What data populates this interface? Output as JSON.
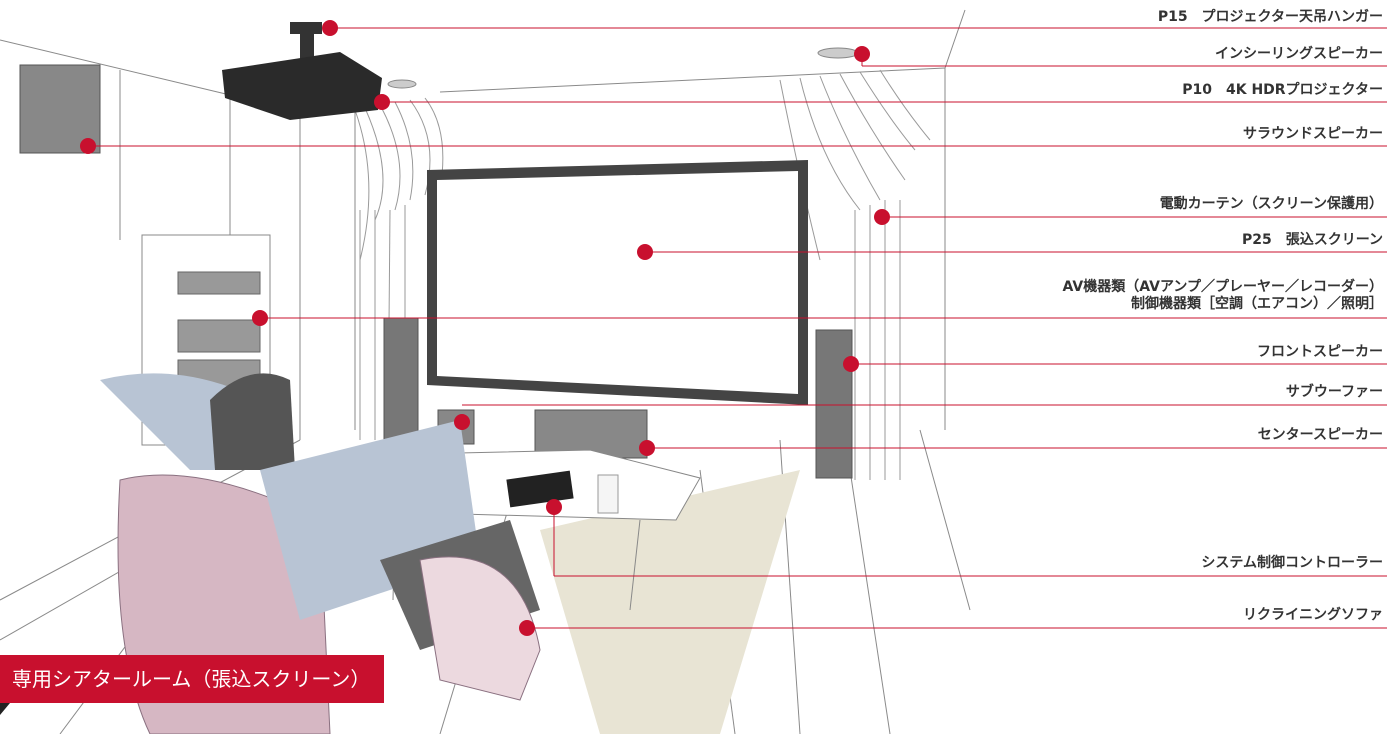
{
  "room_title": "専用シアタールーム（張込スクリーン）",
  "colors": {
    "accent": "#c8102e",
    "line": "#c8102e",
    "label_text": "#333333"
  },
  "callouts": [
    {
      "id": "ceiling-hanger",
      "lines": [
        "P15　プロジェクター天吊ハンガー"
      ]
    },
    {
      "id": "ceiling-speaker",
      "lines": [
        "インシーリングスピーカー"
      ]
    },
    {
      "id": "projector",
      "lines": [
        "P10　4K HDRプロジェクター"
      ]
    },
    {
      "id": "surround-speaker",
      "lines": [
        "サラウンドスピーカー"
      ]
    },
    {
      "id": "curtain",
      "lines": [
        "電動カーテン（スクリーン保護用）"
      ]
    },
    {
      "id": "screen",
      "lines": [
        "P25　張込スクリーン"
      ]
    },
    {
      "id": "av-equipment",
      "lines": [
        "AV機器類（AVアンプ／プレーヤー／レコーダー）",
        "制御機器類［空調（エアコン）／照明］"
      ]
    },
    {
      "id": "front-speaker",
      "lines": [
        "フロントスピーカー"
      ]
    },
    {
      "id": "subwoofer",
      "lines": [
        "サブウーファー"
      ]
    },
    {
      "id": "center-speaker",
      "lines": [
        "センタースピーカー"
      ]
    },
    {
      "id": "controller",
      "lines": [
        "システム制御コントローラー"
      ]
    },
    {
      "id": "sofa",
      "lines": [
        "リクライニングソファ"
      ]
    }
  ]
}
